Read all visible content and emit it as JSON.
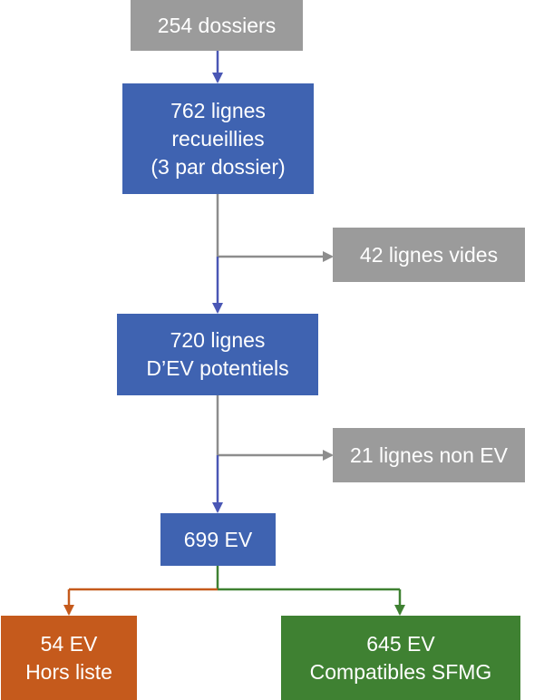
{
  "colors": {
    "gray_box": "#9b9b9b",
    "blue_box": "#3f63b1",
    "orange_box": "#c55a1c",
    "green_box": "#3f8132",
    "blue_arrow": "#4a57b5",
    "gray_arrow": "#8d8d8d",
    "orange_arrow": "#c55a1c",
    "green_arrow": "#3f8132"
  },
  "nodes": {
    "dossiers": {
      "lines": [
        "254 dossiers"
      ]
    },
    "lignes_recueillies": {
      "lines": [
        "762 lignes",
        "recueillies",
        "(3 par dossier)"
      ]
    },
    "lignes_vides": {
      "lines": [
        "42 lignes vides"
      ]
    },
    "ev_potentiels": {
      "lines": [
        "720 lignes",
        "D’EV potentiels"
      ]
    },
    "non_ev": {
      "lines": [
        "21 lignes non EV"
      ]
    },
    "ev_total": {
      "lines": [
        "699 EV"
      ]
    },
    "hors_liste": {
      "lines": [
        "54 EV",
        "Hors liste"
      ]
    },
    "compatibles": {
      "lines": [
        "645 EV",
        "Compatibles SFMG"
      ]
    }
  }
}
